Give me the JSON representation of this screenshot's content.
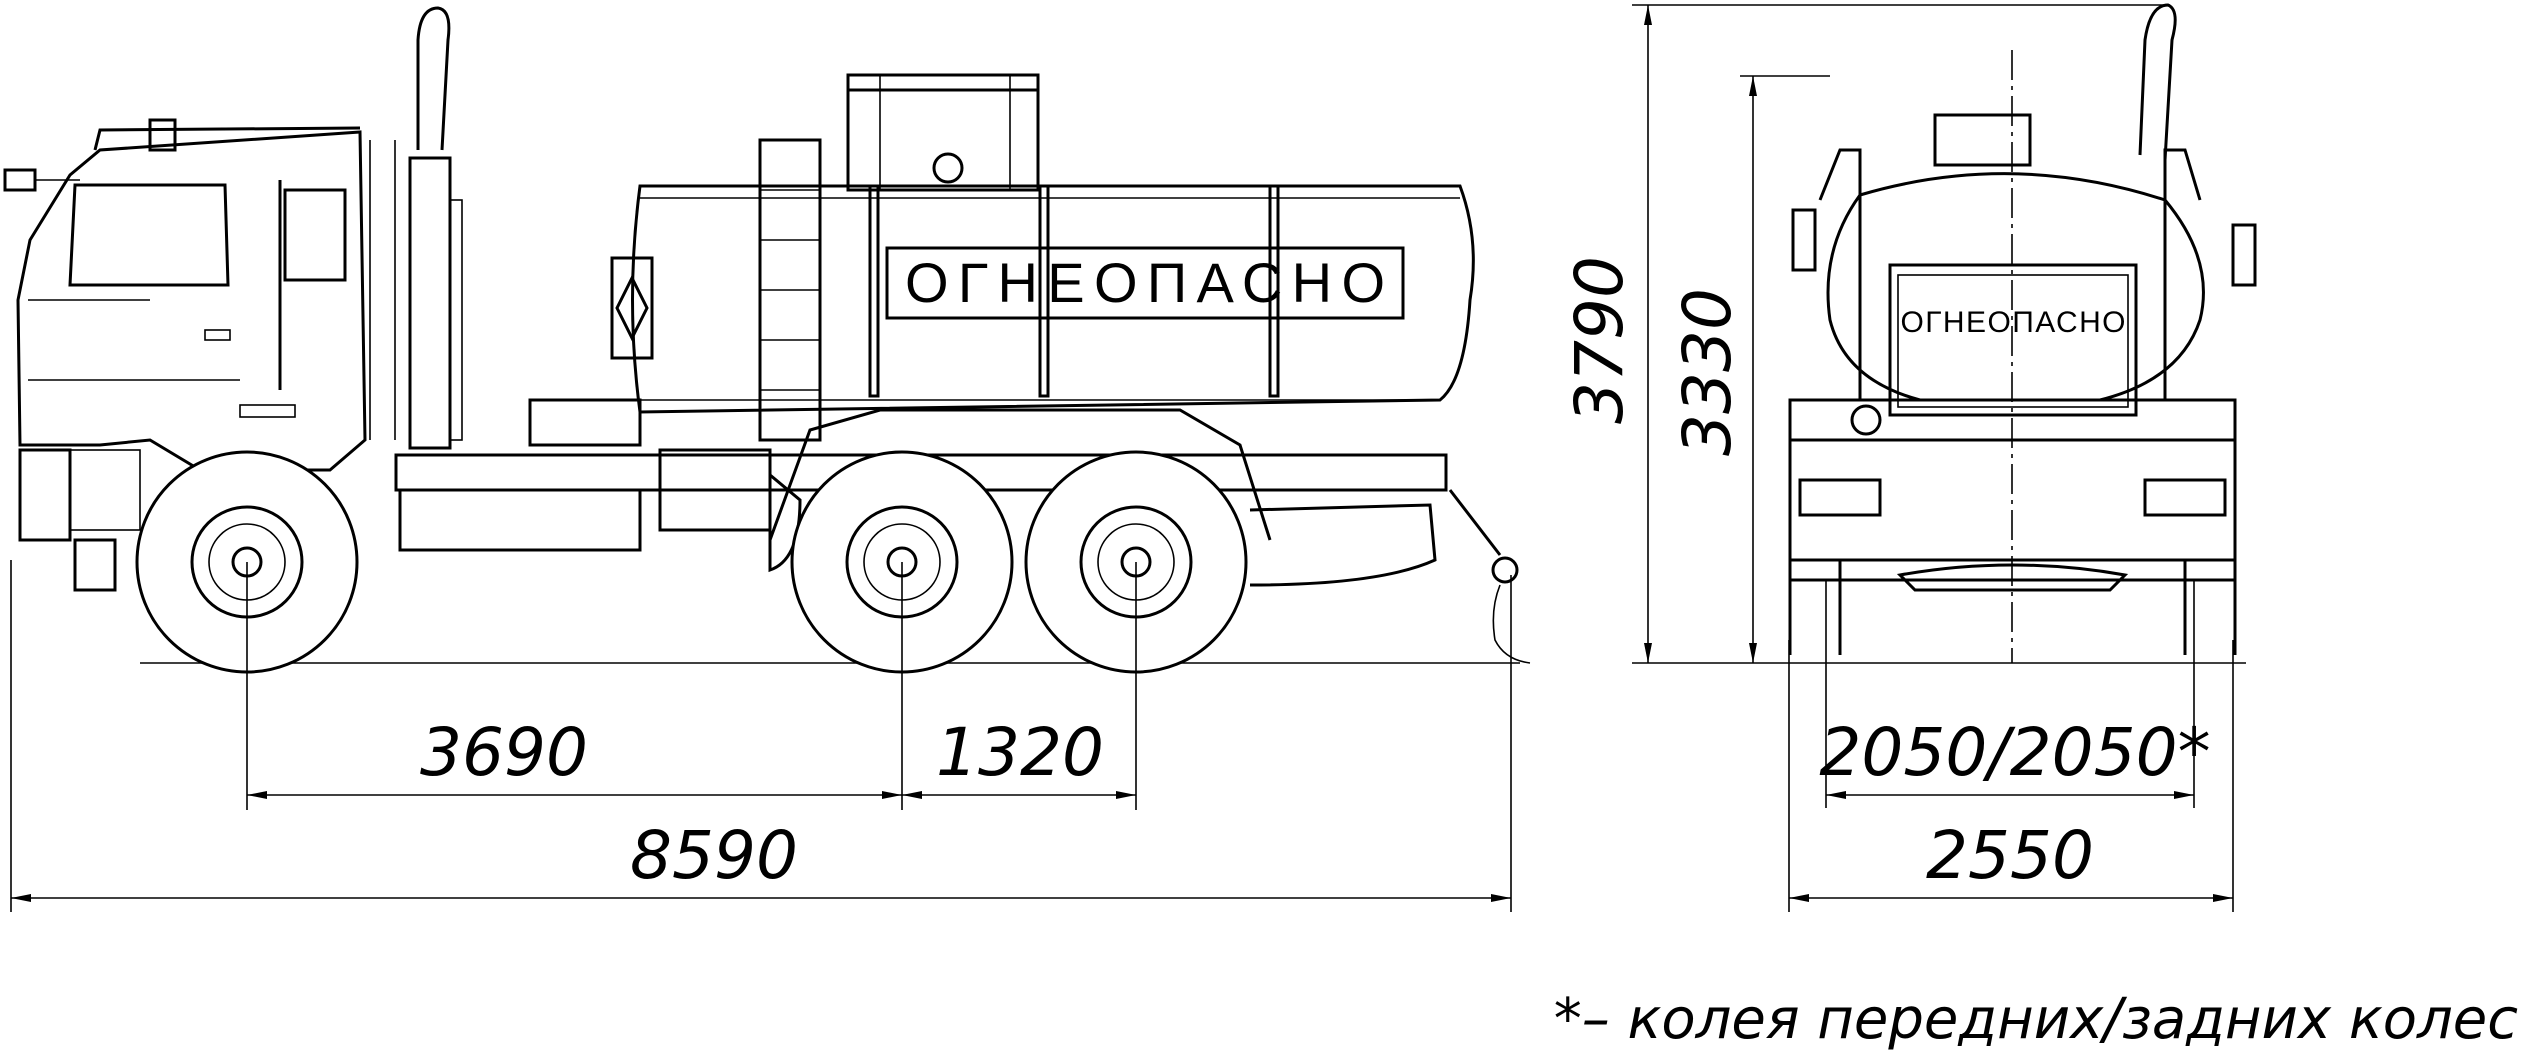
{
  "drawing": {
    "tank_sign_side": "ОГНЕОПАСНО",
    "tank_sign_rear": "ОГНЕОПАСНО"
  },
  "dimensions": {
    "front_to_mid_axle": "3690",
    "mid_to_rear_axle": "1320",
    "overall_length": "8590",
    "overall_height": "3790",
    "tank_height": "3330",
    "track": "2050/2050*",
    "overall_width": "2550"
  },
  "footnote": "*– колея передних/задних колес",
  "colors": {
    "line": "#000000",
    "background": "#ffffff"
  }
}
